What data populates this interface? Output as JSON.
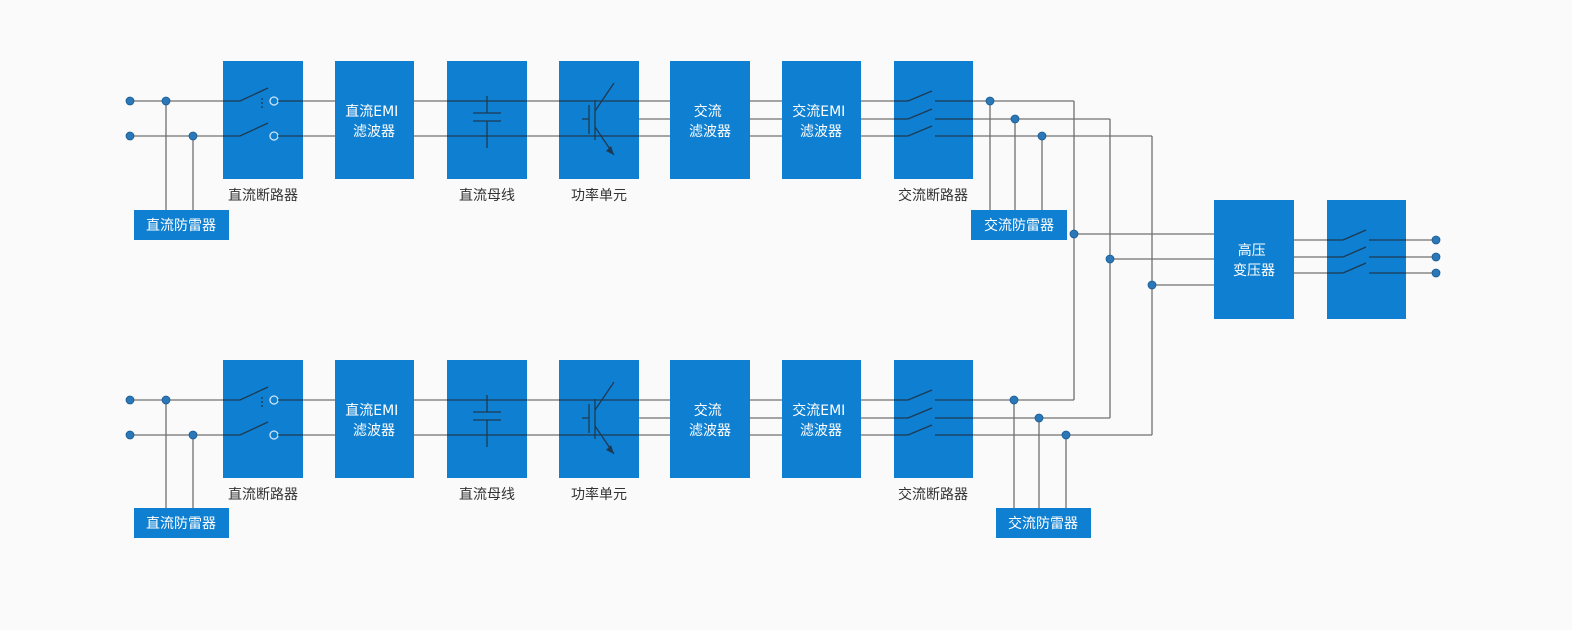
{
  "colors": {
    "block": "#0e7fd1",
    "wire": "#707070",
    "node": "#2a78b8",
    "background": "#fafafa"
  },
  "labels": {
    "dc_breaker": "直流断路器",
    "dc_bus": "直流母线",
    "power_unit": "功率单元",
    "ac_breaker": "交流断路器",
    "dc_surge": "直流防雷器",
    "ac_surge": "交流防雷器"
  },
  "blocks": {
    "dc_emi_1": "直流EMI",
    "dc_emi_2": "滤波器",
    "ac_filter_1": "交流",
    "ac_filter_2": "滤波器",
    "ac_emi_1": "交流EMI",
    "ac_emi_2": "滤波器",
    "transformer_1": "高压",
    "transformer_2": "变压器"
  }
}
